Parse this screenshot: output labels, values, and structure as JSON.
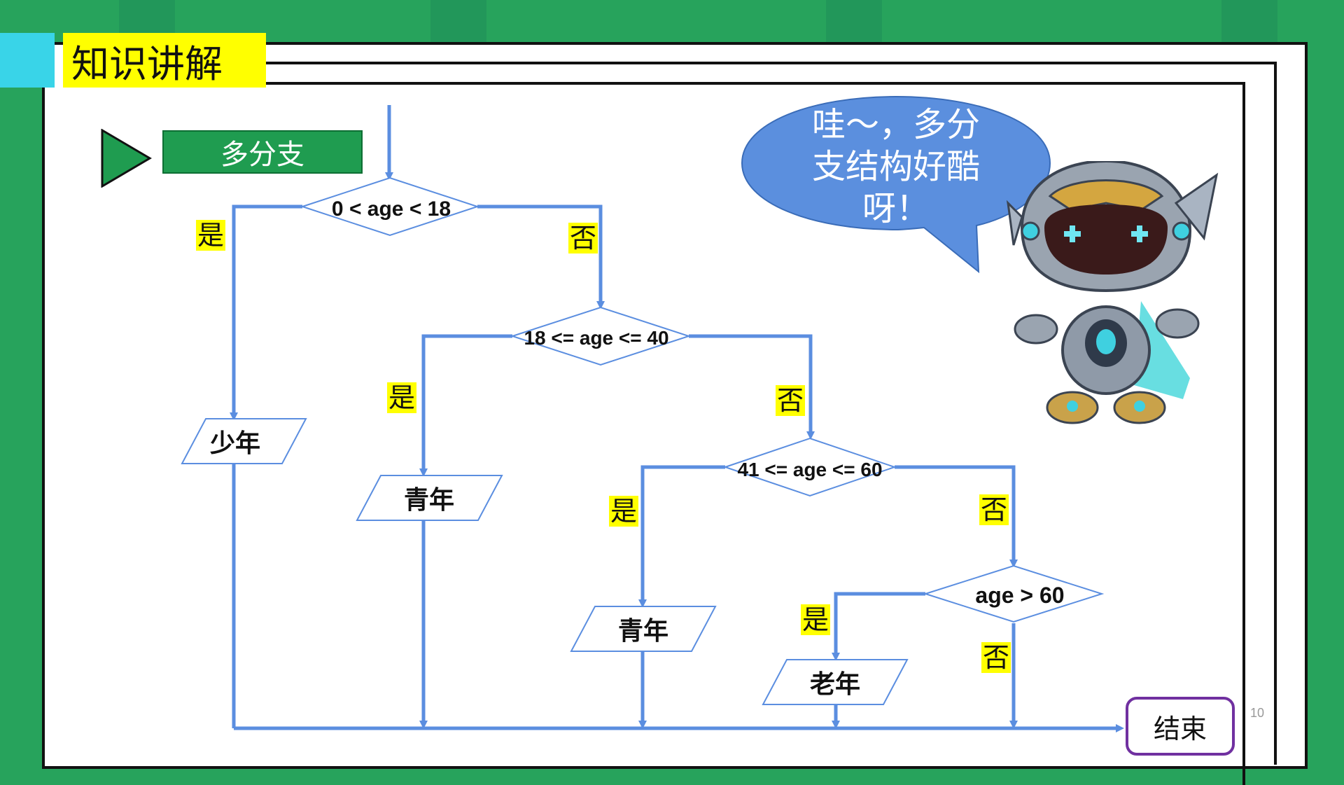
{
  "header": {
    "title": "知识讲解",
    "section_label": "多分支"
  },
  "bubble": {
    "line1": "哇～，多分",
    "line2": "支结构好酷",
    "line3": "呀！"
  },
  "diagram": {
    "decisions": [
      "0 < age <  18",
      "18 <=  age <= 40",
      "41 <=  age <= 60",
      "age > 60"
    ],
    "outputs": [
      "少年",
      "青年",
      "青年",
      "老年"
    ],
    "yes_label": "是",
    "no_label": "否",
    "end_label": "结束"
  },
  "page_number": "10",
  "colors": {
    "background": "#27a35c",
    "accent_yellow": "#ffff00",
    "section_green": "#1f9c50",
    "cyan": "#39d4e8",
    "line_blue": "#5b8ee0",
    "bubble_blue": "#5b8fde",
    "end_border": "#7030a0"
  }
}
